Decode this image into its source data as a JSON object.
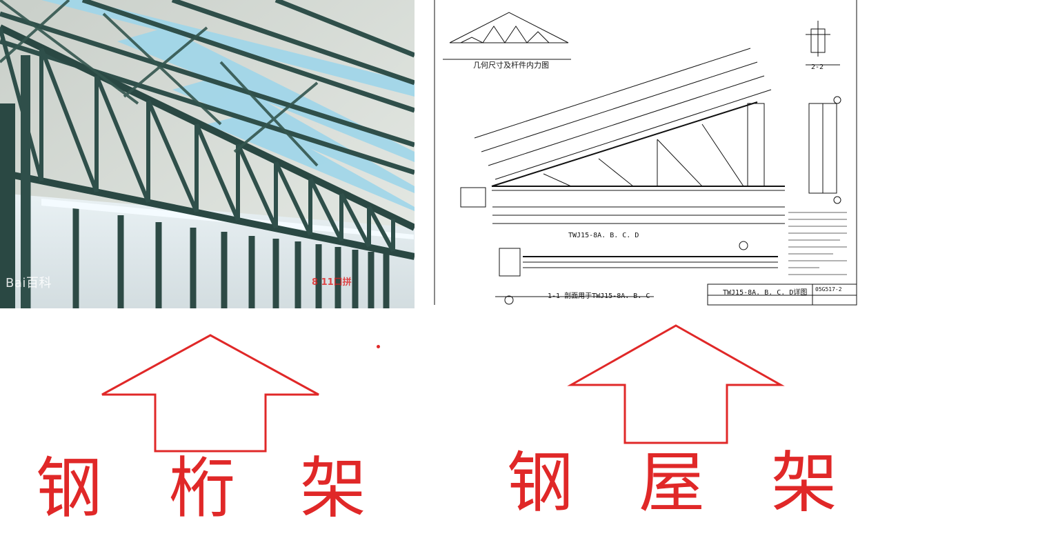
{
  "colors": {
    "arrow": "#e02828",
    "steel": "#2f4f4a",
    "ink": "#111111"
  },
  "photo": {
    "watermark": "Bai百科",
    "watermark_red": "8 11口拼"
  },
  "drawing": {
    "title_geom": "几何尺寸及杆件内力图",
    "section_22": "2-2",
    "label_model": "TWJ15-8A. B. C. D",
    "label_section": "1-1 剖面用于TWJ15-8A. B. C",
    "titleblock": "TWJ15-8A. B. C. D详图",
    "titleblock_code": "05G517-2"
  },
  "captions": {
    "left": [
      "钢",
      "桁",
      "架"
    ],
    "right": [
      "钢",
      "屋",
      "架"
    ]
  }
}
